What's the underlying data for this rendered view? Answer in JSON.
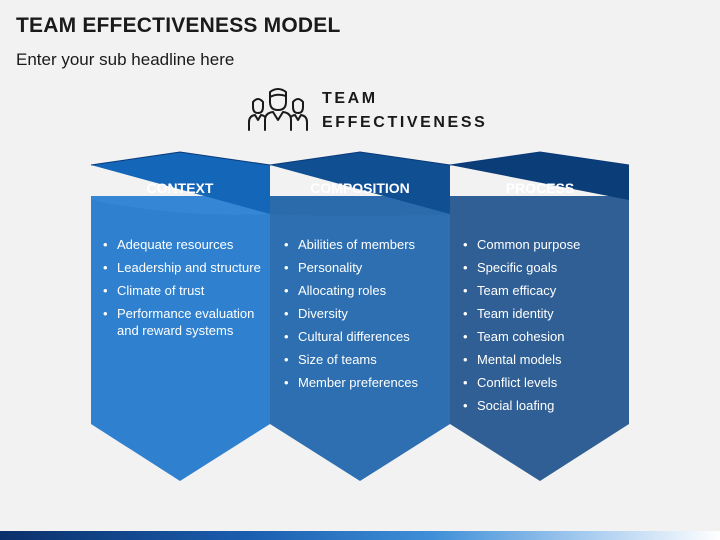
{
  "header": {
    "title": "TEAM EFFECTIVENESS MODEL",
    "subtitle": "Enter your sub headline here"
  },
  "center_label": [
    "TEAM",
    "EFFECTIVENESS"
  ],
  "icons": {
    "team": "team-people-icon"
  },
  "colors": {
    "context": "#2f80cf",
    "composition": "#2d6fb0",
    "process": "#2f5f94",
    "header_context": "#1466b8",
    "header_composition": "#0f4f92",
    "header_process": "#0b3d78"
  },
  "columns": [
    {
      "heading": "CONTEXT",
      "items": [
        "Adequate resources",
        "Leadership and structure",
        "Climate of trust",
        "Performance evaluation and reward systems"
      ]
    },
    {
      "heading": "COMPOSITION",
      "items": [
        "Abilities of members",
        "Personality",
        "Allocating roles",
        "Diversity",
        "Cultural differences",
        "Size of teams",
        "Member preferences"
      ]
    },
    {
      "heading": "PROCESS",
      "items": [
        "Common purpose",
        "Specific goals",
        "Team efficacy",
        "Team identity",
        "Team cohesion",
        "Mental models",
        "Conflict levels",
        "Social loafing"
      ]
    }
  ]
}
